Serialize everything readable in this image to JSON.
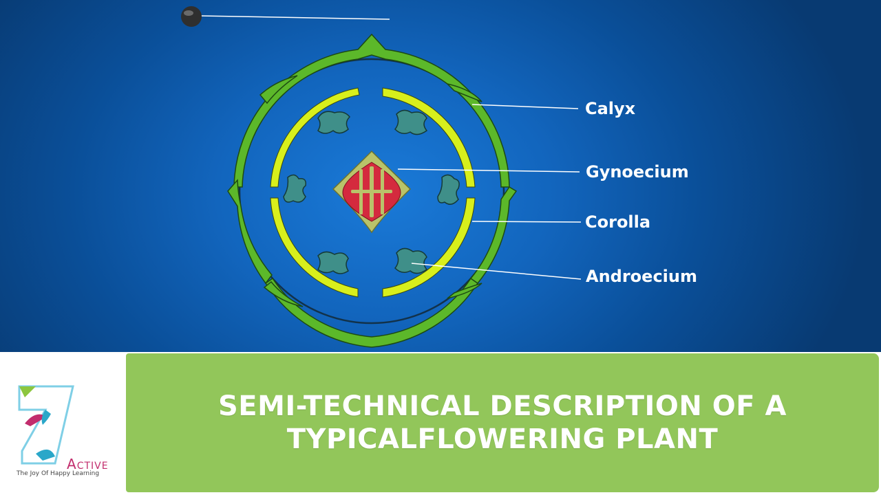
{
  "diagram": {
    "labels": {
      "calyx": "Calyx",
      "gynoecium": "Gynoecium",
      "corolla": "Corolla",
      "androecium": "Androecium"
    }
  },
  "footer": {
    "title": "SEMI-TECHNICAL DESCRIPTION OF A TYPICALFLOWERING PLANT",
    "brand": {
      "name_initial": "A",
      "name_rest": "CTIVE",
      "tagline": "The Joy Of Happy Learning",
      "logo_icon": "seven-logo-icon"
    }
  },
  "colors": {
    "background": "#1265bd",
    "calyx": "#5cb82a",
    "corolla": "#d8ef1c",
    "androecium": "#3f8f89",
    "gynoecium_outer": "#b9c36a",
    "gynoecium_inner": "#d42a3e",
    "title_panel": "#92c65a",
    "brand": "#c22d6d"
  }
}
